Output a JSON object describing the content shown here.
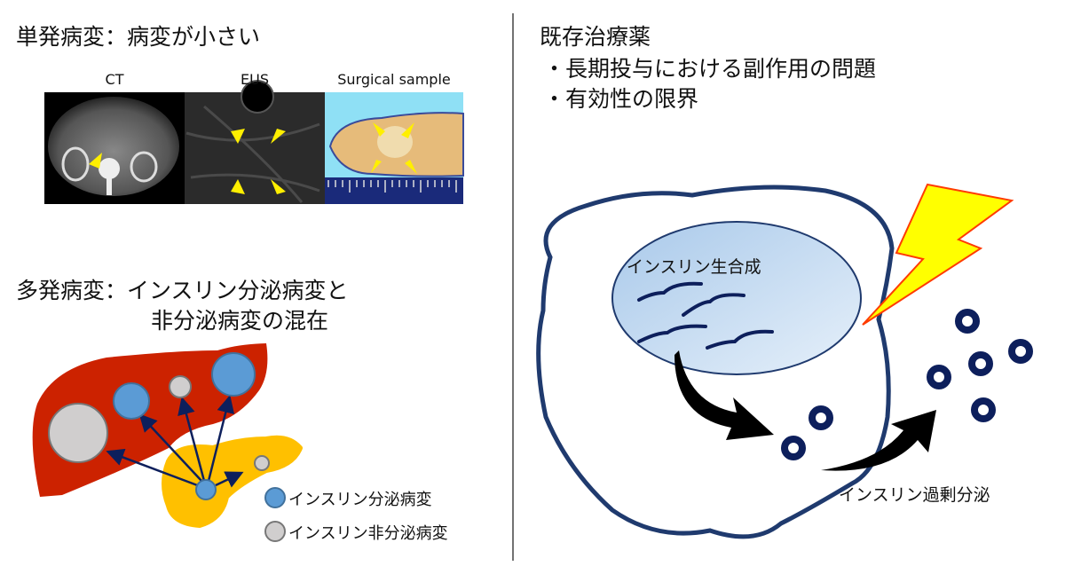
{
  "left": {
    "single_title": "単発病変：病変が小さい",
    "image_labels": [
      "CT",
      "EUS",
      "Surgical sample"
    ],
    "multiple_title_line1": "多発病変：インスリン分泌病変と",
    "multiple_title_line2": "非分泌病変の混在",
    "legend": [
      {
        "label": "インスリン分泌病変",
        "color": "#5b9bd5"
      },
      {
        "label": "インスリン非分泌病変",
        "color": "#d0cece"
      }
    ]
  },
  "right": {
    "title": "既存治療薬",
    "bullets": [
      "・長期投与における副作用の問題",
      "・有効性の限界"
    ],
    "nucleus_label": "インスリン生合成",
    "secretion_label": "インスリン過剰分泌"
  },
  "colors": {
    "liver": "#cc2200",
    "pancreas": "#ffc000",
    "navy": "#0d1f5c",
    "nucleus": "#bdd7ee",
    "bolt": "#ffff00"
  }
}
